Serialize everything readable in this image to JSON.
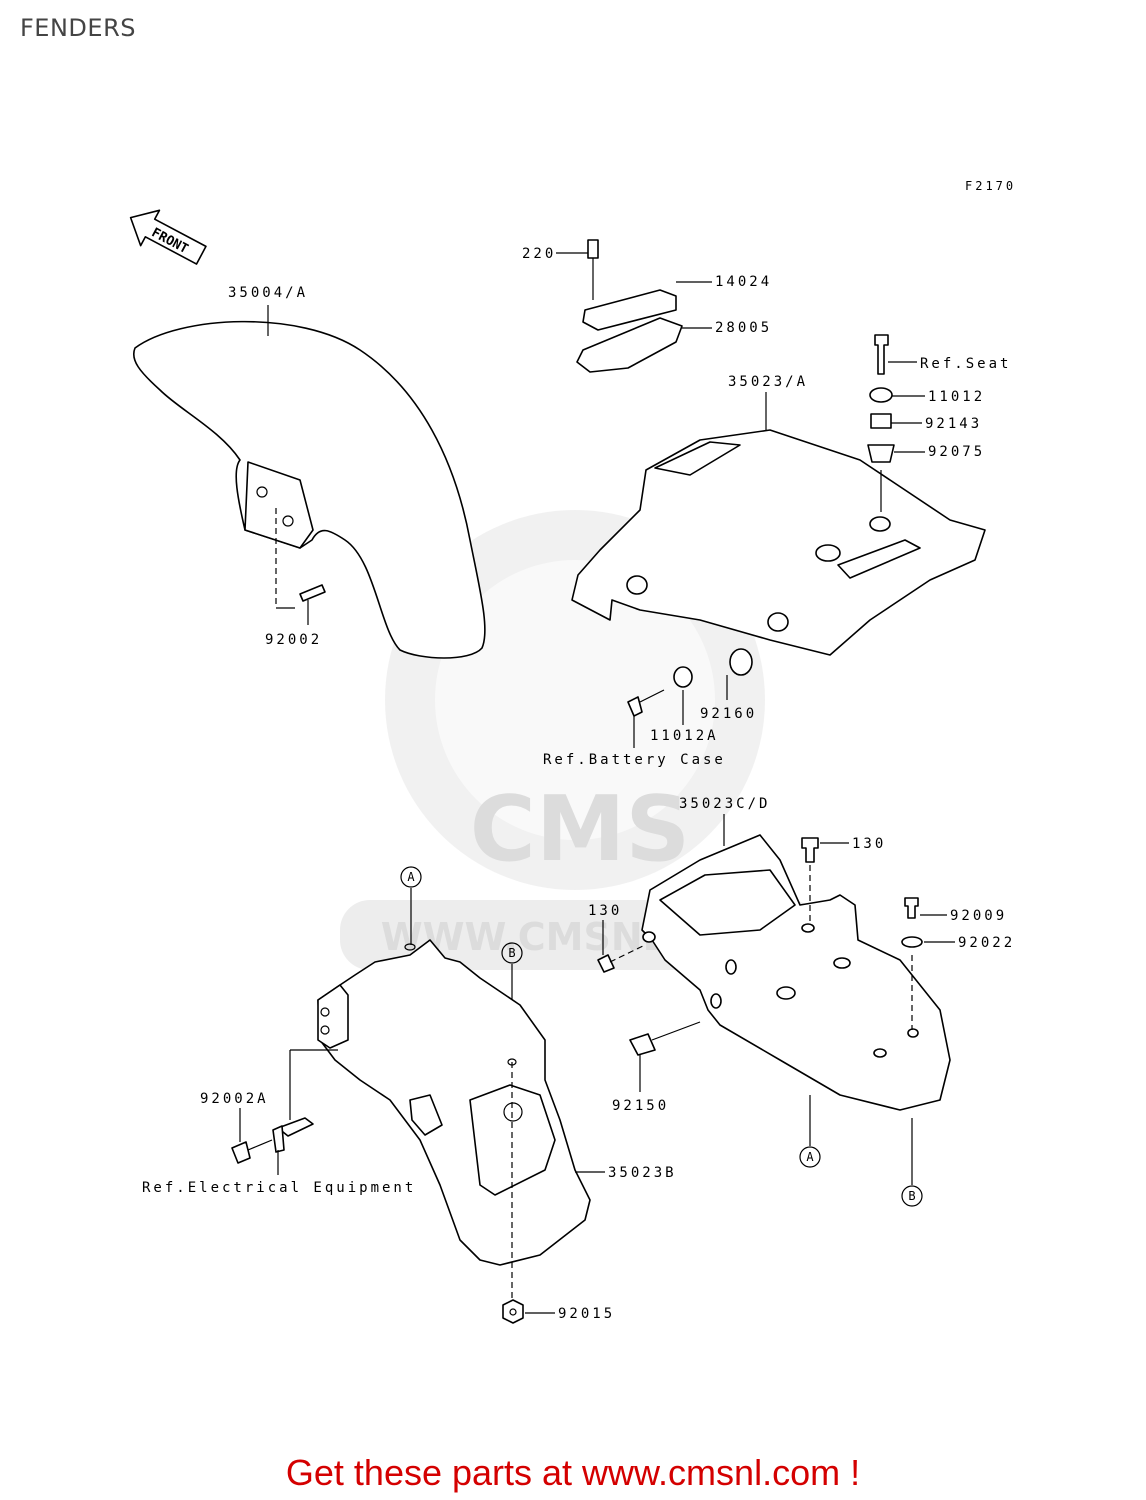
{
  "page": {
    "title": "FENDERS"
  },
  "diagram": {
    "code": "F2170",
    "front_label": "FRONT",
    "parts": {
      "p35004A": "35004/A",
      "p92002": "92002",
      "p220": "220",
      "p14024": "14024",
      "p28005": "28005",
      "p35023A": "35023/A",
      "pRefSeat": "Ref.Seat",
      "p11012": "11012",
      "p92143": "92143",
      "p92075": "92075",
      "p92160": "92160",
      "p11012A": "11012A",
      "pRefBattery": "Ref.Battery Case",
      "p35023CD": "35023C/D",
      "p130a": "130",
      "p130b": "130",
      "p92009": "92009",
      "p92022": "92022",
      "p92150": "92150",
      "p92002A": "92002A",
      "pRefElectrical": "Ref.Electrical Equipment",
      "p35023B": "35023B",
      "p92015": "92015"
    },
    "markers": {
      "a": "A",
      "b": "B"
    },
    "watermark": "WWW.CMSNL.COM"
  },
  "footer": {
    "cta": "Get these parts at www.cmsnl.com !"
  }
}
